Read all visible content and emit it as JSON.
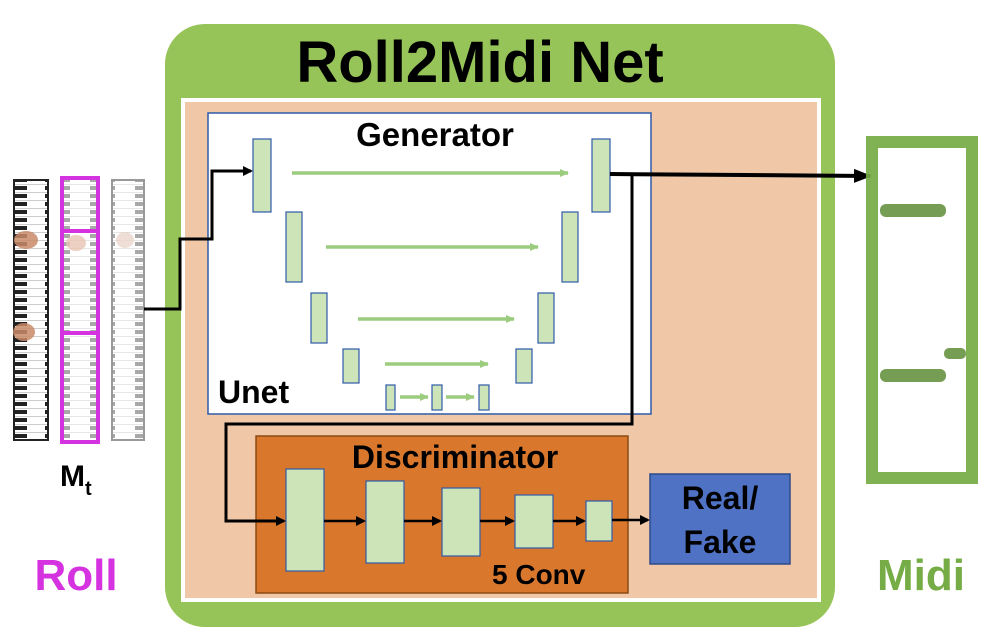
{
  "title": "Roll2Midi Net",
  "generator": {
    "label": "Generator",
    "sublabel": "Unet"
  },
  "discriminator": {
    "label": "Discriminator",
    "sublabel": "5 Conv"
  },
  "output_box": {
    "line1": "Real/",
    "line2": "Fake"
  },
  "input": {
    "symbol": "M",
    "subscript": "t",
    "label": "Roll"
  },
  "output": {
    "label": "Midi"
  },
  "colors": {
    "outer_frame": "#97c459",
    "inner_panel": "#f0c8a8",
    "block_fill": "#cce4b8",
    "block_stroke": "#2e75b6",
    "discriminator_fill": "#d9772d",
    "real_fake_fill": "#4f72c4",
    "roll_accent": "#d633e0",
    "midi_accent": "#76ac45",
    "arrow": "#000000"
  }
}
